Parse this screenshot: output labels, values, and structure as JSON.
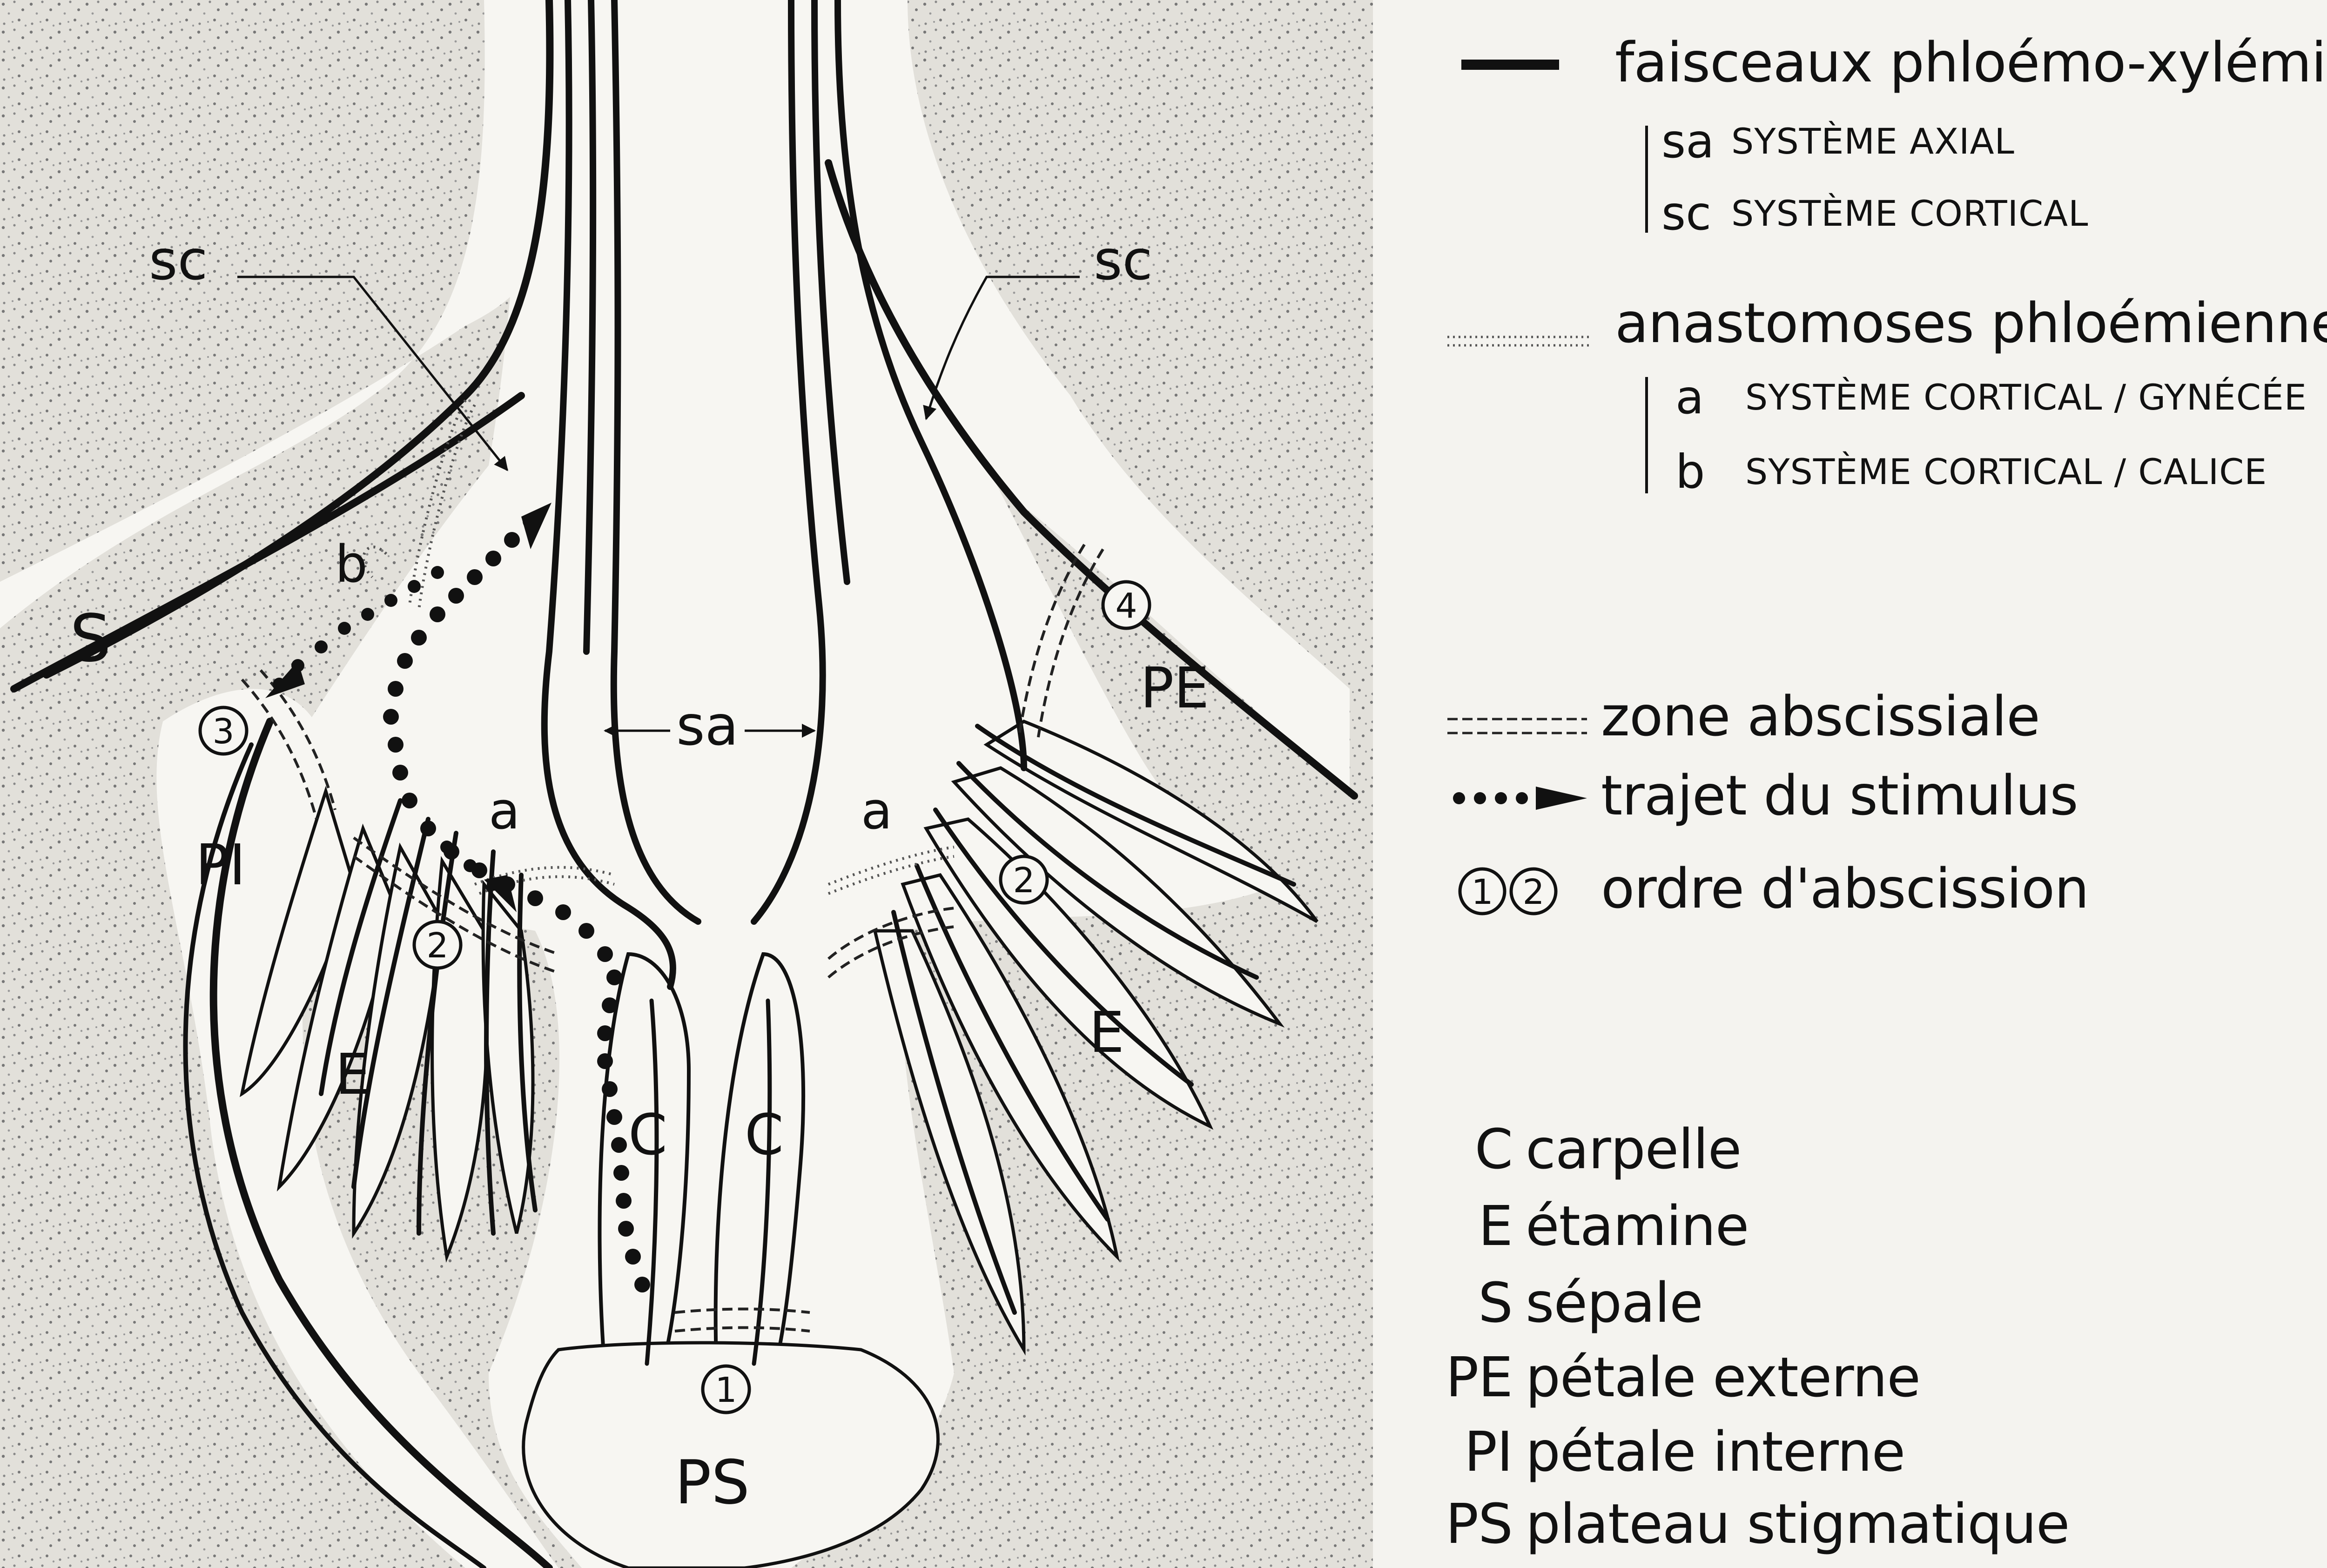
{
  "diagram_labels": {
    "sc_left": "sc",
    "sc_right": "sc",
    "S": "S",
    "b": "b",
    "a_left": "a",
    "a_right": "a",
    "sa": "sa",
    "PE": "PE",
    "PI": "PI",
    "E_left": "E",
    "E_right": "E",
    "C_left": "C",
    "C_right": "C",
    "PS": "PS",
    "order_1": "1",
    "order_2_left": "2",
    "order_2_right": "2",
    "order_3": "3",
    "order_4": "4"
  },
  "legend": {
    "bundles": "faisceaux phloémo-xylémiens",
    "sa_code": "sa",
    "sa_text": "SYSTÈME AXIAL",
    "sc_code": "sc",
    "sc_text": "SYSTÈME CORTICAL",
    "anastomoses": "anastomoses phloémiennes",
    "a_code": "a",
    "a_text": "SYSTÈME CORTICAL / GYNÉCÉE",
    "b_code": "b",
    "b_text": "SYSTÈME CORTICAL / CALICE",
    "zone": "zone abscissiale",
    "trajet": "trajet du stimulus",
    "order_sym_1": "1",
    "order_sym_2": "2",
    "ordre": "ordre d'abscission"
  },
  "key": [
    {
      "code": "C",
      "text": "carpelle"
    },
    {
      "code": "E",
      "text": "étamine"
    },
    {
      "code": "S",
      "text": "sépale"
    },
    {
      "code": "PE",
      "text": "pétale externe"
    },
    {
      "code": "PI",
      "text": "pétale interne"
    },
    {
      "code": "PS",
      "text": "plateau stigmatique"
    }
  ]
}
